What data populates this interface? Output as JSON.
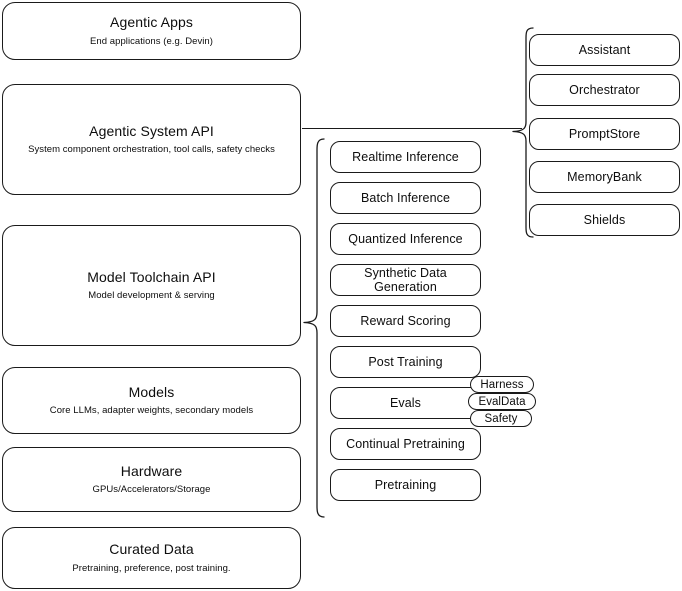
{
  "diagram": {
    "title": "AI Stack Architecture Diagram",
    "stroke_color": "#1a1a1a",
    "text_color": "#0d0d0d",
    "background_color": "#ffffff"
  },
  "layers": [
    {
      "id": "agentic-apps",
      "title": "Agentic Apps",
      "subtitle": "End applications (e.g. Devin)"
    },
    {
      "id": "agentic-system-api",
      "title": "Agentic System API",
      "subtitle": "System component orchestration, tool calls, safety checks"
    },
    {
      "id": "model-toolchain-api",
      "title": "Model Toolchain API",
      "subtitle": "Model development & serving"
    },
    {
      "id": "models",
      "title": "Models",
      "subtitle": "Core LLMs, adapter weights, secondary models"
    },
    {
      "id": "hardware",
      "title": "Hardware",
      "subtitle": "GPUs/Accelerators/Storage"
    },
    {
      "id": "curated-data",
      "title": "Curated Data",
      "subtitle": "Pretraining, preference, post training."
    }
  ],
  "toolchain_capabilities": [
    {
      "id": "realtime-inference",
      "label": "Realtime Inference"
    },
    {
      "id": "batch-inference",
      "label": "Batch Inference"
    },
    {
      "id": "quantized-inference",
      "label": "Quantized Inference"
    },
    {
      "id": "synthetic-data-generation",
      "label": "Synthetic Data Generation"
    },
    {
      "id": "reward-scoring",
      "label": "Reward Scoring"
    },
    {
      "id": "post-training",
      "label": "Post Training"
    },
    {
      "id": "evals",
      "label": "Evals"
    },
    {
      "id": "continual-pretraining",
      "label": "Continual Pretraining"
    },
    {
      "id": "pretraining",
      "label": "Pretraining"
    }
  ],
  "evals_badges": [
    {
      "id": "harness",
      "label": "Harness"
    },
    {
      "id": "evaldata",
      "label": "EvalData"
    },
    {
      "id": "safety",
      "label": "Safety"
    }
  ],
  "system_components": [
    {
      "id": "assistant",
      "label": "Assistant"
    },
    {
      "id": "orchestrator",
      "label": "Orchestrator"
    },
    {
      "id": "promptstore",
      "label": "PromptStore"
    },
    {
      "id": "memorybank",
      "label": "MemoryBank"
    },
    {
      "id": "shields",
      "label": "Shields"
    }
  ]
}
